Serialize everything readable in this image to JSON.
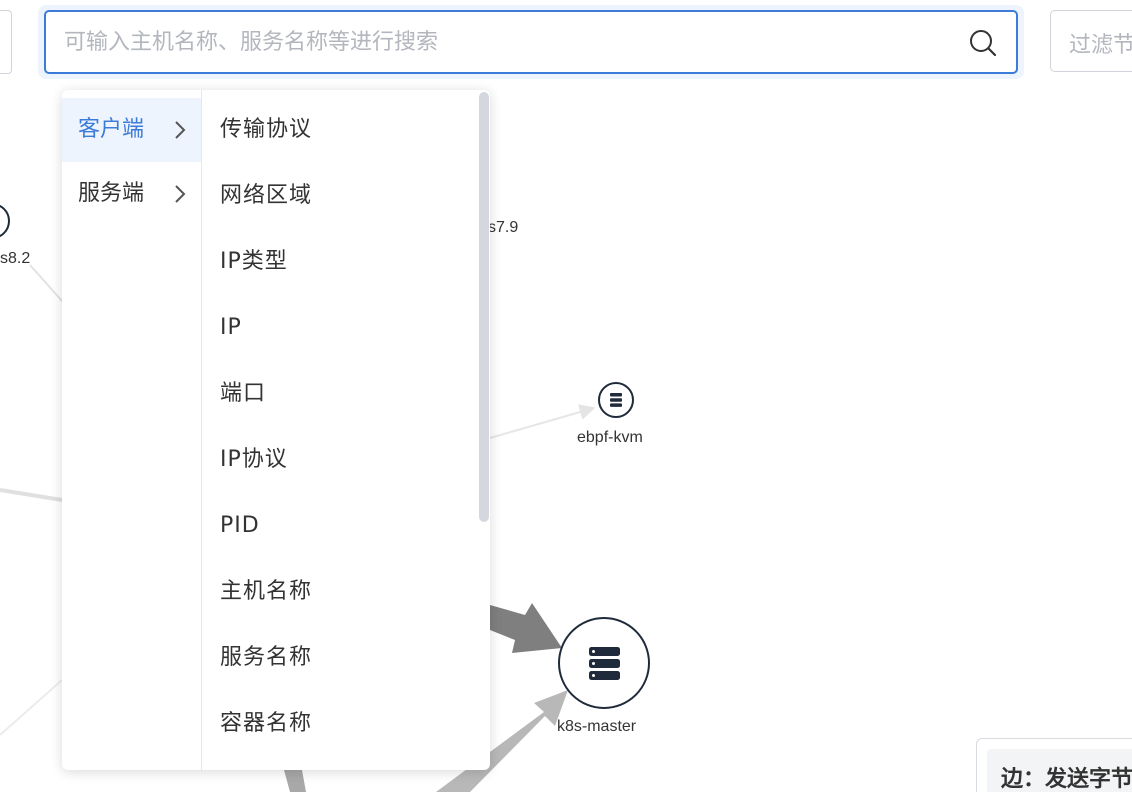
{
  "search": {
    "placeholder": "可输入主机名称、服务名称等进行搜索",
    "value": ""
  },
  "filter": {
    "placeholder": "过滤节"
  },
  "cascader": {
    "level1": [
      {
        "label": "客户端",
        "active": true
      },
      {
        "label": "服务端",
        "active": false
      }
    ],
    "level2": [
      "传输协议",
      "网络区域",
      "IP类型",
      "IP",
      "端口",
      "IP协议",
      "PID",
      "主机名称",
      "服务名称",
      "容器名称"
    ]
  },
  "graph": {
    "nodes": [
      {
        "label": "s8.2"
      },
      {
        "label": "s7.9"
      },
      {
        "label": "ebpf-kvm"
      },
      {
        "label": "k8s-master"
      }
    ]
  },
  "tooltip": {
    "text": "边：发送字节"
  },
  "colors": {
    "accent": "#3d7bd9",
    "active_bg": "#eef4fd",
    "node_dark": "#1f2a3a"
  }
}
